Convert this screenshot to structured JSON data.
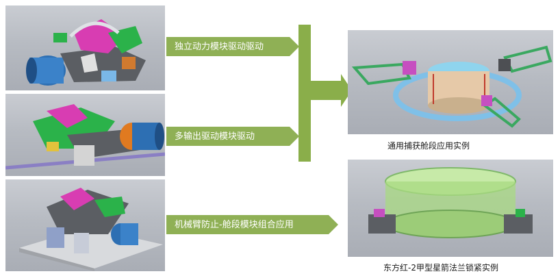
{
  "arrows": [
    {
      "label": "独立动力模块驱动驱动"
    },
    {
      "label": "多输出驱动模块驱动"
    },
    {
      "label": "机械臂防止-舱段模块组合应用"
    }
  ],
  "captions": [
    {
      "label": "通用捕获舱段应用实例"
    },
    {
      "label": "东方红-2甲型星箭法兰锁紧实例"
    }
  ],
  "colors": {
    "arrow_green": "#8fb055",
    "bracket_green": "#8aae4a",
    "text_white": "#ffffff"
  },
  "images": [
    {
      "icon": "independent-drive-module-render"
    },
    {
      "icon": "multi-output-drive-module-render"
    },
    {
      "icon": "arm-cabin-combination-render"
    },
    {
      "icon": "cabin-capture-application-render"
    },
    {
      "icon": "flange-locking-application-render"
    }
  ]
}
